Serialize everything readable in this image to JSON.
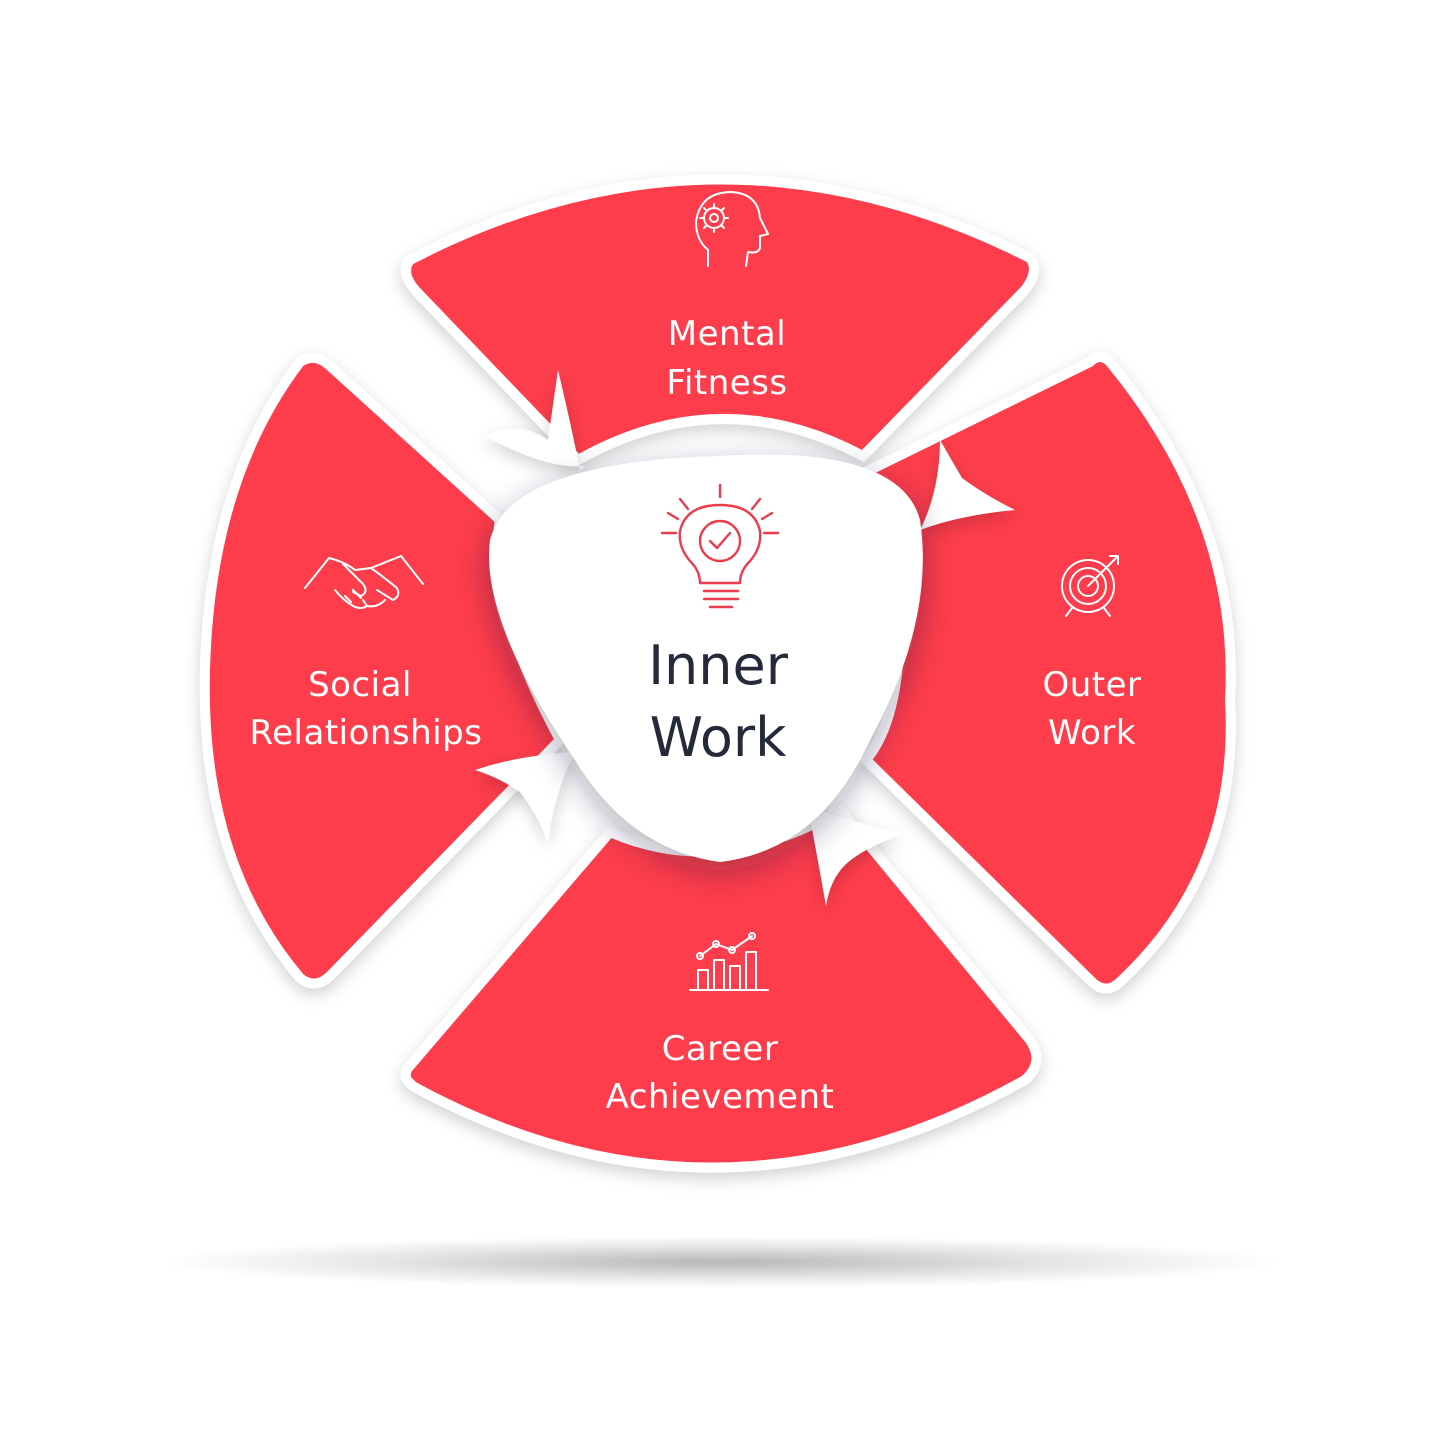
{
  "colors": {
    "segment": "#fd3c4b",
    "segment_border": "#ffffff",
    "center_fill": "#ffffff",
    "center_text": "#242a3a",
    "icon_accent": "#ec3b4c"
  },
  "center": {
    "line1": "Inner",
    "line2": "Work",
    "icon": "lightbulb-check-icon"
  },
  "segments": {
    "top": {
      "line1": "Mental",
      "line2": "Fitness",
      "icon": "head-gear-icon"
    },
    "right": {
      "line1": "Outer",
      "line2": "Work",
      "icon": "target-arrow-icon"
    },
    "bottom": {
      "line1": "Career",
      "line2": "Achievement",
      "icon": "growth-chart-icon"
    },
    "left": {
      "line1": "Social",
      "line2": "Relationships",
      "icon": "handshake-icon"
    }
  }
}
